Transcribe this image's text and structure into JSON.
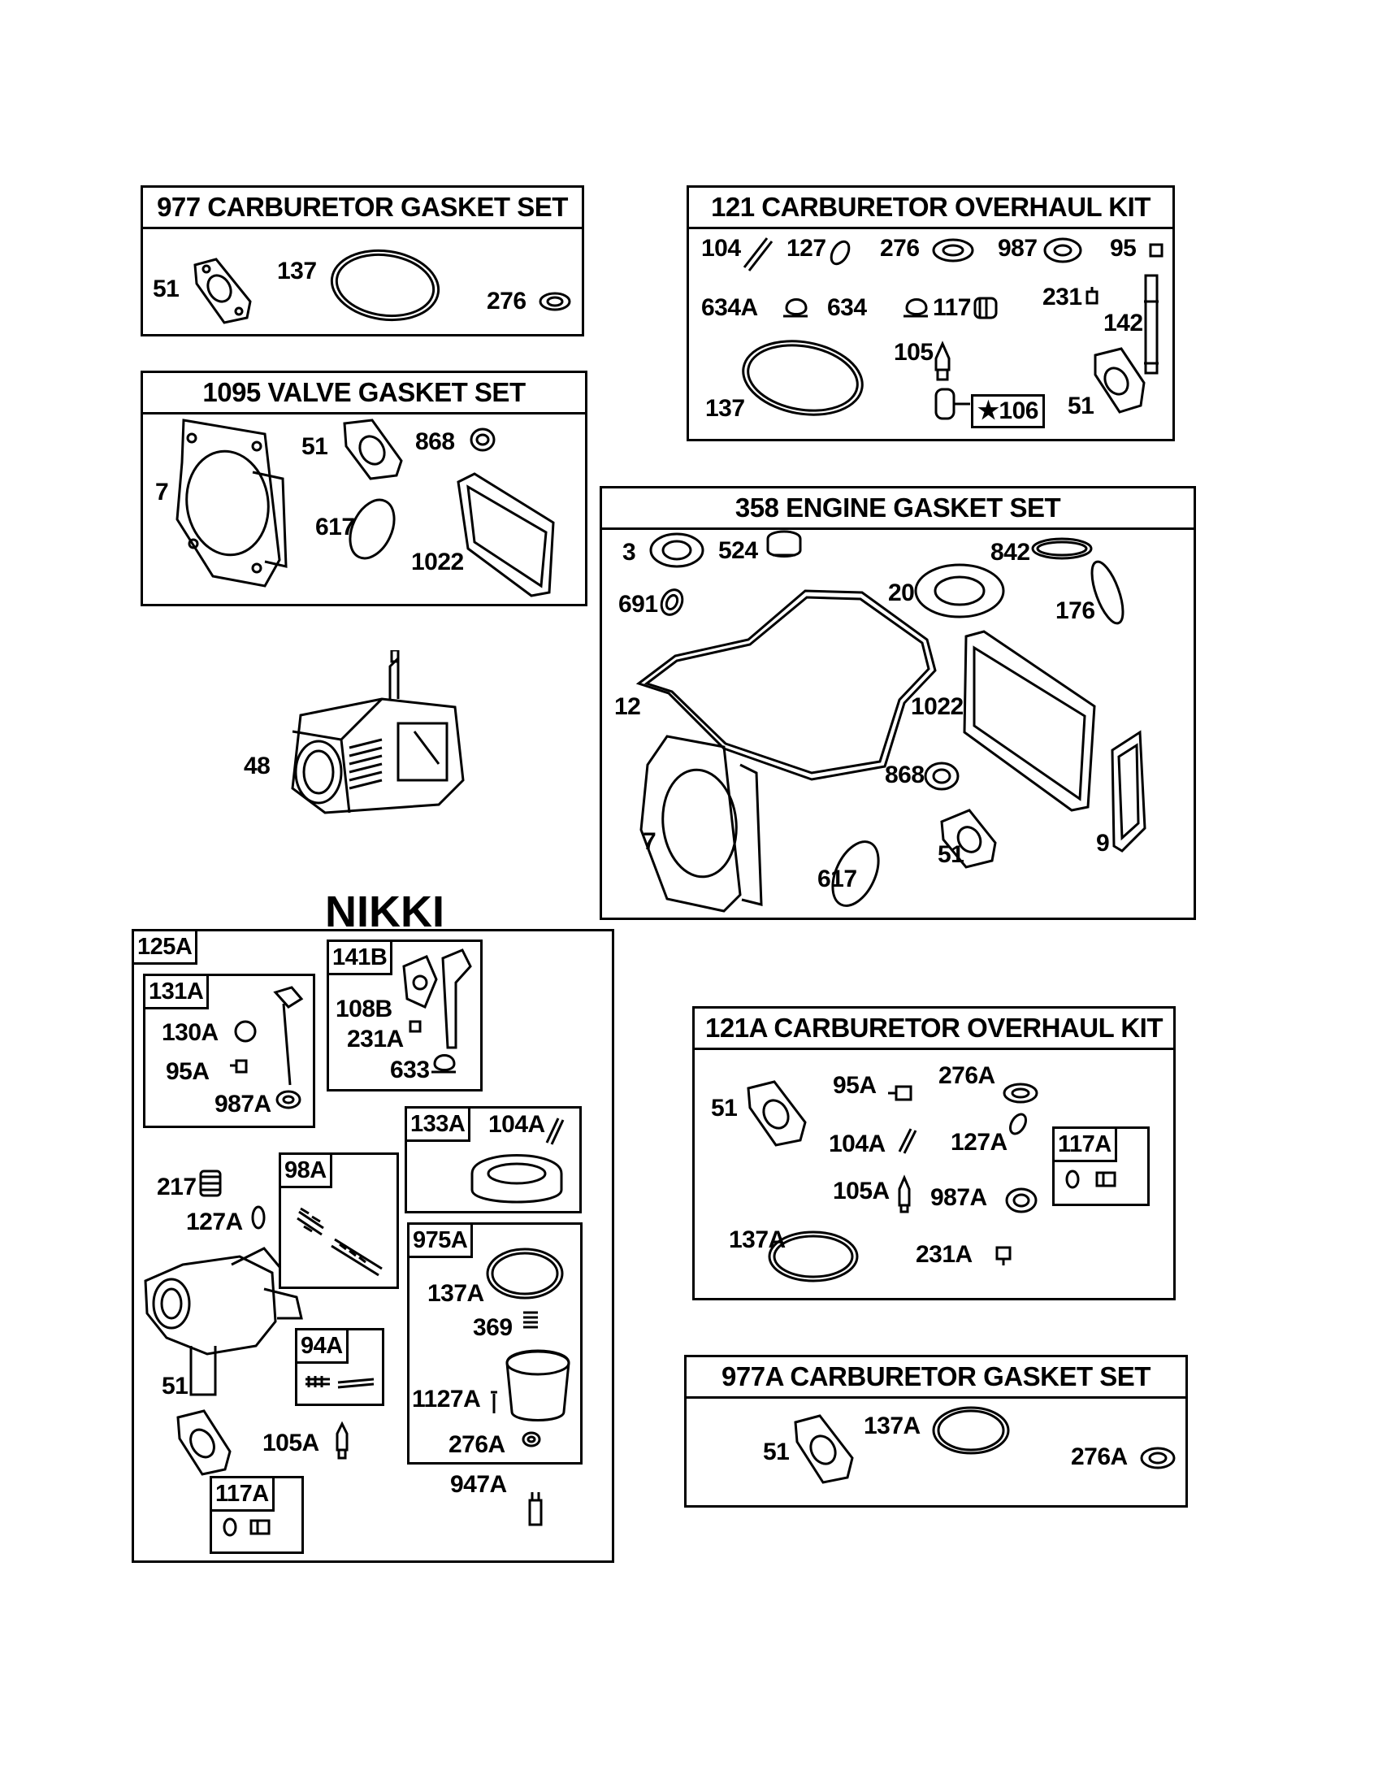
{
  "kit_977": {
    "title": "977 CARBURETOR GASKET SET",
    "labels": [
      "51",
      "137",
      "276"
    ]
  },
  "kit_121": {
    "title": "121 CARBURETOR OVERHAUL KIT",
    "labels": [
      "104",
      "127",
      "276",
      "987",
      "95",
      "634A",
      "634",
      "117",
      "231",
      "142",
      "105",
      "137",
      "51"
    ],
    "star": "★106"
  },
  "kit_1095": {
    "title": "1095 VALVE GASKET SET",
    "labels": [
      "7",
      "51",
      "868",
      "617",
      "1022"
    ]
  },
  "kit_358": {
    "title": "358 ENGINE GASKET SET",
    "labels": [
      "3",
      "524",
      "842",
      "691",
      "20",
      "176",
      "12",
      "1022",
      "868",
      "7",
      "617",
      "51",
      "9"
    ]
  },
  "engine": {
    "label": "48"
  },
  "nikki": {
    "heading": "NIKKI",
    "tag_125A": "125A",
    "tag_131A": "131A",
    "tag_141B": "141B",
    "tag_133A": "133A",
    "tag_98A": "98A",
    "tag_975A": "975A",
    "tag_94A": "94A",
    "tag_117A": "117A",
    "labels": [
      "130A",
      "95A",
      "987A",
      "108B",
      "231A",
      "633",
      "104A",
      "217",
      "127A",
      "137A",
      "369",
      "1127A",
      "276A",
      "51",
      "105A",
      "947A"
    ]
  },
  "kit_121A": {
    "title": "121A CARBURETOR OVERHAUL KIT",
    "labels": [
      "95A",
      "276A",
      "51",
      "104A",
      "127A",
      "105A",
      "987A",
      "137A",
      "231A"
    ],
    "tag_117A": "117A"
  },
  "kit_977A": {
    "title": "977A CARBURETOR GASKET SET",
    "labels": [
      "137A",
      "51",
      "276A"
    ]
  }
}
